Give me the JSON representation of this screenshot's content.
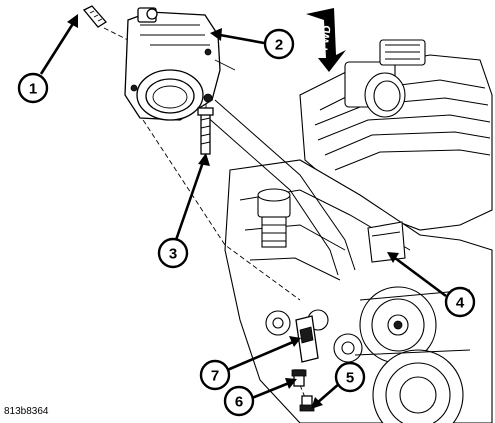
{
  "figure_id": "813b8364",
  "fwd_label": "FWD",
  "callouts": [
    {
      "number": "1"
    },
    {
      "number": "2"
    },
    {
      "number": "3"
    },
    {
      "number": "4"
    },
    {
      "number": "5"
    },
    {
      "number": "6"
    },
    {
      "number": "7"
    }
  ]
}
